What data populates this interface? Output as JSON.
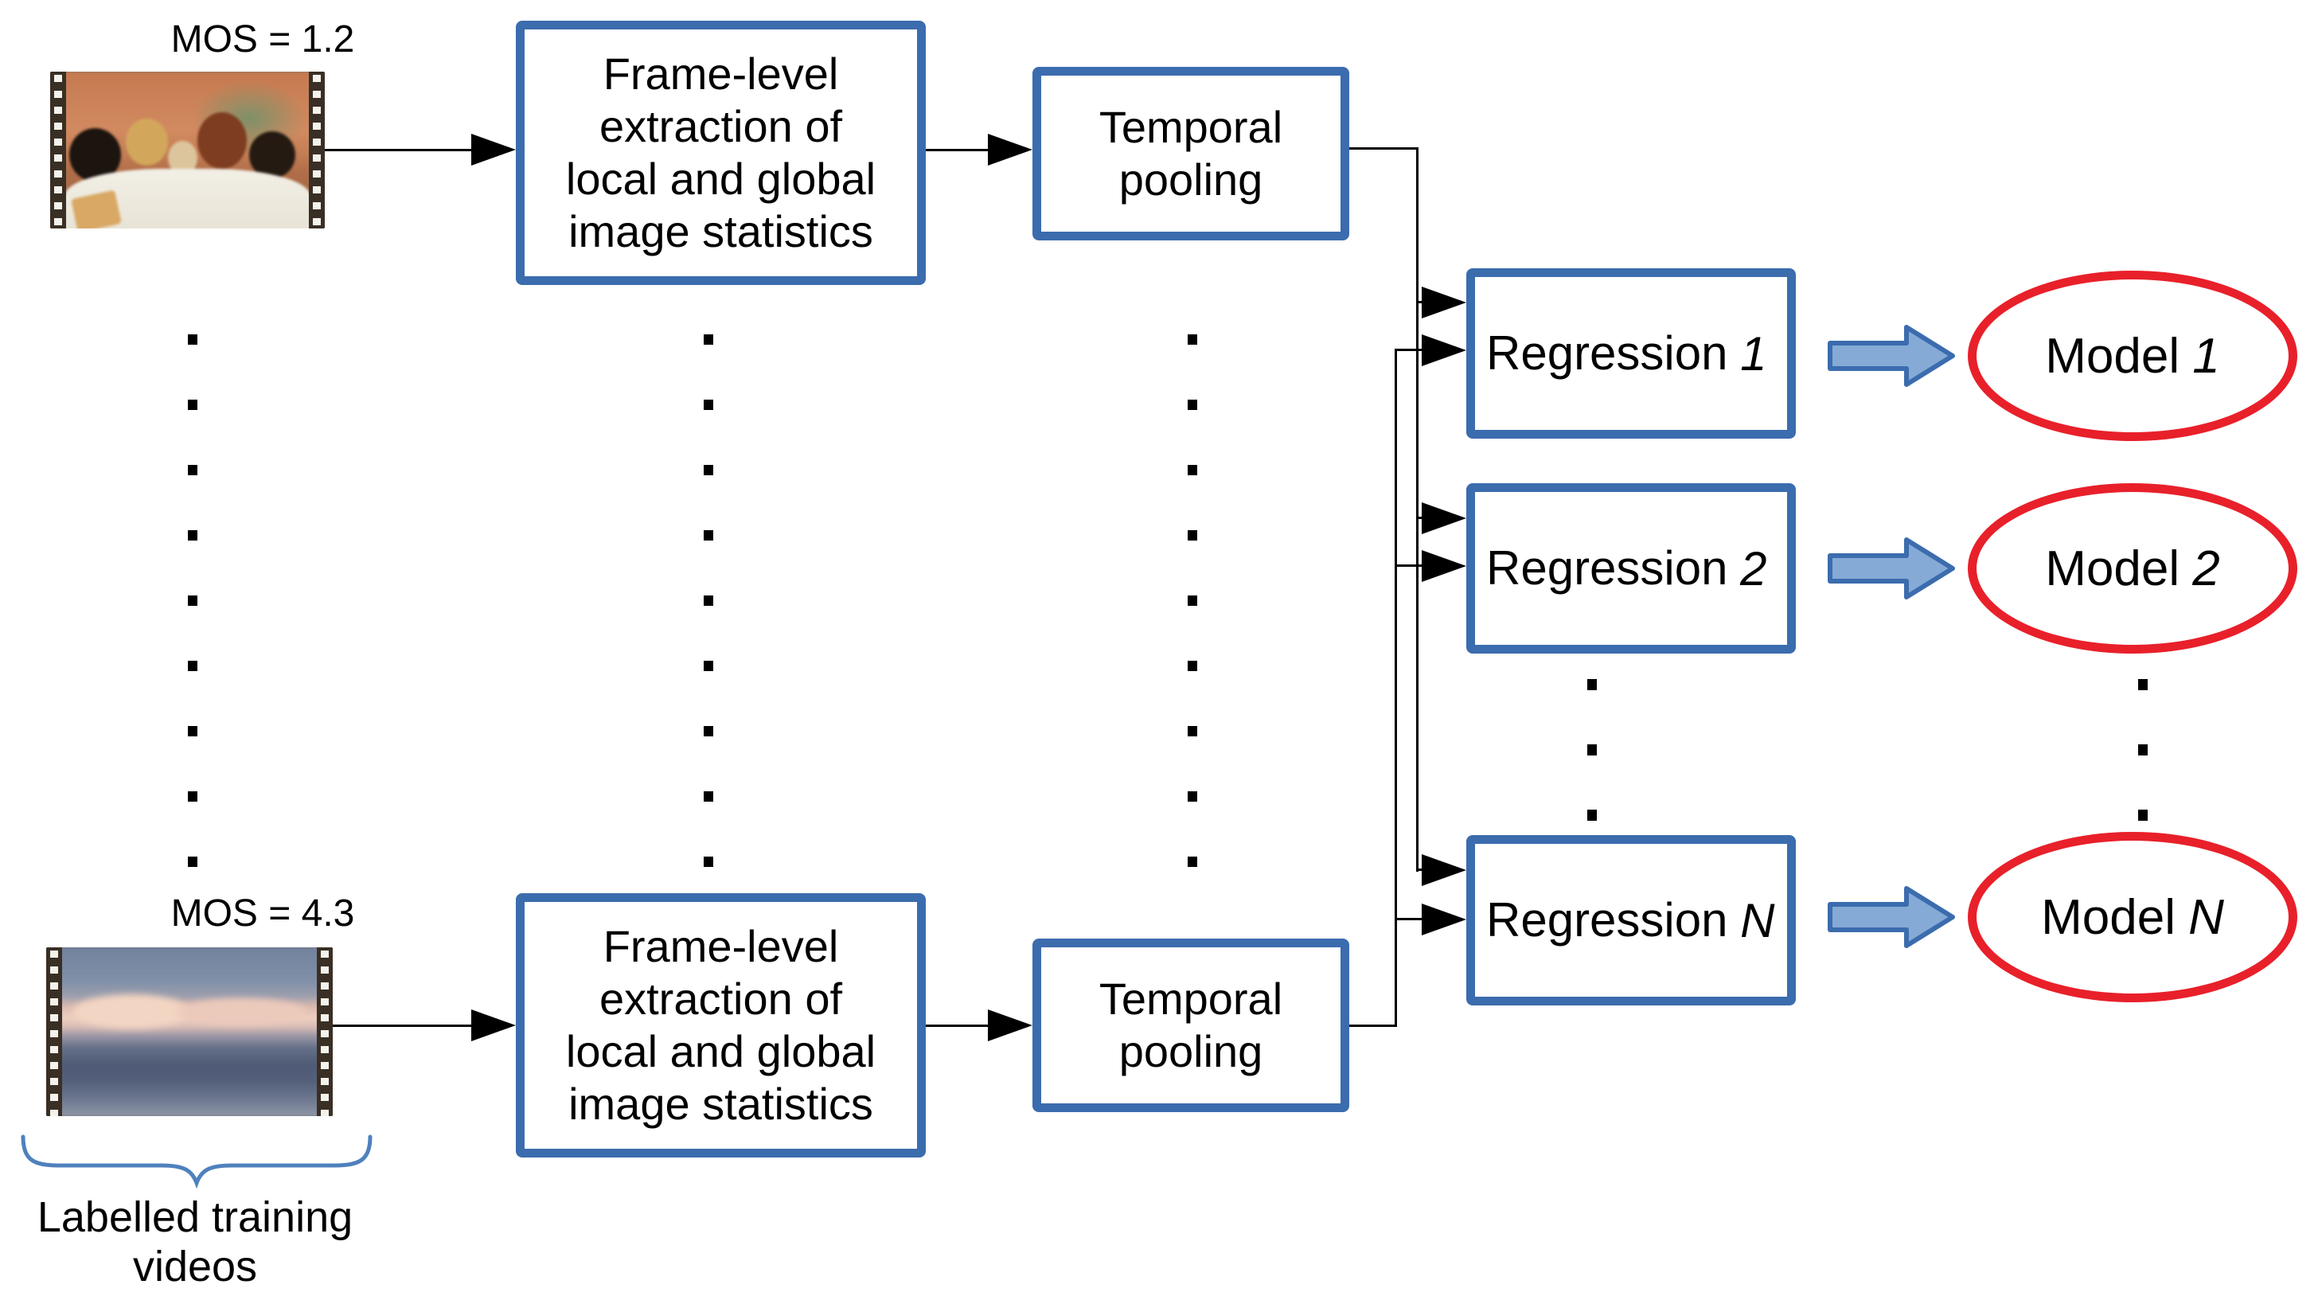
{
  "labels": {
    "mos1": "MOS = 1.2",
    "mos2": "MOS = 4.3"
  },
  "boxes": {
    "extraction": {
      "lines": [
        "Frame-level",
        "extraction of",
        "local and global",
        "image statistics"
      ]
    },
    "pooling": {
      "lines": [
        "Temporal",
        "pooling"
      ]
    }
  },
  "regressions": [
    {
      "label": "Regression",
      "index": "1"
    },
    {
      "label": "Regression",
      "index": "2"
    },
    {
      "label": "Regression",
      "index": "N"
    }
  ],
  "models": [
    {
      "label": "Model",
      "index": "1"
    },
    {
      "label": "Model",
      "index": "2"
    },
    {
      "label": "Model",
      "index": "N"
    }
  ],
  "caption": {
    "line1": "Labelled training",
    "line2": "videos"
  },
  "colors": {
    "box_border": "#3b6cae",
    "ellipse_border": "#e8202a",
    "block_arrow_fill": "#85aad6",
    "block_arrow_border": "#3b6cae",
    "brace": "#4f81bd",
    "connector": "#000000",
    "text": "#000000"
  }
}
